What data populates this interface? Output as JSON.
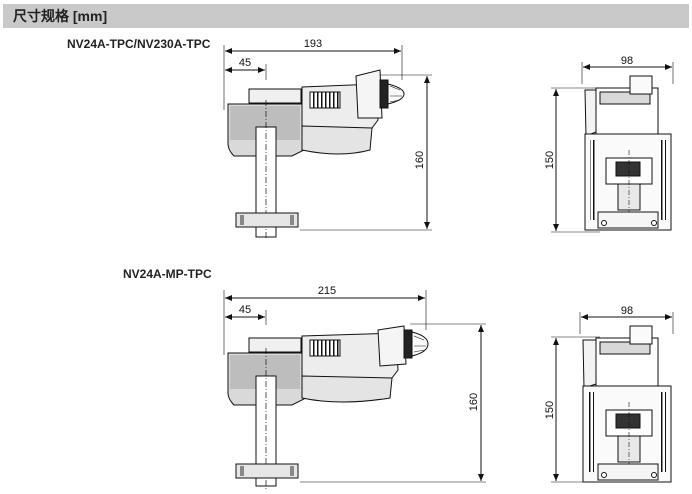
{
  "header": {
    "title": "尺寸规格 [mm]"
  },
  "sections": [
    {
      "model": "NV24A-TPC/NV230A-TPC",
      "side_view": {
        "overall_width": "193",
        "offset": "45",
        "height": "160"
      },
      "front_view": {
        "width": "98",
        "height": "150"
      }
    },
    {
      "model": "NV24A-MP-TPC",
      "side_view": {
        "overall_width": "215",
        "offset": "45",
        "height": "160"
      },
      "front_view": {
        "width": "98",
        "height": "150"
      }
    }
  ]
}
